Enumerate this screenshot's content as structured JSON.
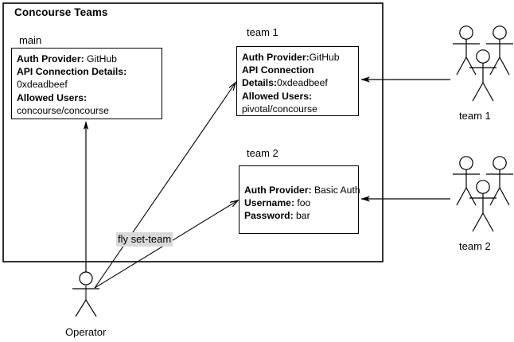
{
  "diagram": {
    "title": "Concourse Teams",
    "edge_label": "fly set-team",
    "stroke_color": "#000000",
    "background_color": "#ffffff",
    "label_highlight_color": "#d9d9d9",
    "actor_body_color": "#808080"
  },
  "boxes": {
    "main": {
      "caption": "main",
      "rows": [
        {
          "key": "Auth Provider:",
          "value": " GitHub"
        },
        {
          "key": "API Connection Details:",
          "value": ""
        },
        {
          "key": "",
          "value": "0xdeadbeef"
        },
        {
          "key": "Allowed Users:",
          "value": ""
        },
        {
          "key": "",
          "value": "concourse/concourse"
        }
      ]
    },
    "team1": {
      "caption": "team 1",
      "rows": [
        {
          "key": "Auth Provider:",
          "value": "GitHub"
        },
        {
          "key": "API Connection",
          "value": ""
        },
        {
          "key": "Details:",
          "value": "0xdeadbeef"
        },
        {
          "key": "Allowed Users:",
          "value": ""
        },
        {
          "key": "",
          "value": "pivotal/concourse"
        }
      ]
    },
    "team2": {
      "caption": "team 2",
      "rows": [
        {
          "key": "Auth Provider:",
          "value": " Basic Auth"
        },
        {
          "key": "Username:",
          "value": " foo"
        },
        {
          "key": "Password:",
          "value": " bar"
        }
      ]
    }
  },
  "actors": {
    "team1_group": {
      "caption": "team 1",
      "figure_count": 3
    },
    "team2_group": {
      "caption": "team 2",
      "figure_count": 3
    },
    "operator": {
      "caption": "Operator",
      "figure_count": 1
    }
  }
}
